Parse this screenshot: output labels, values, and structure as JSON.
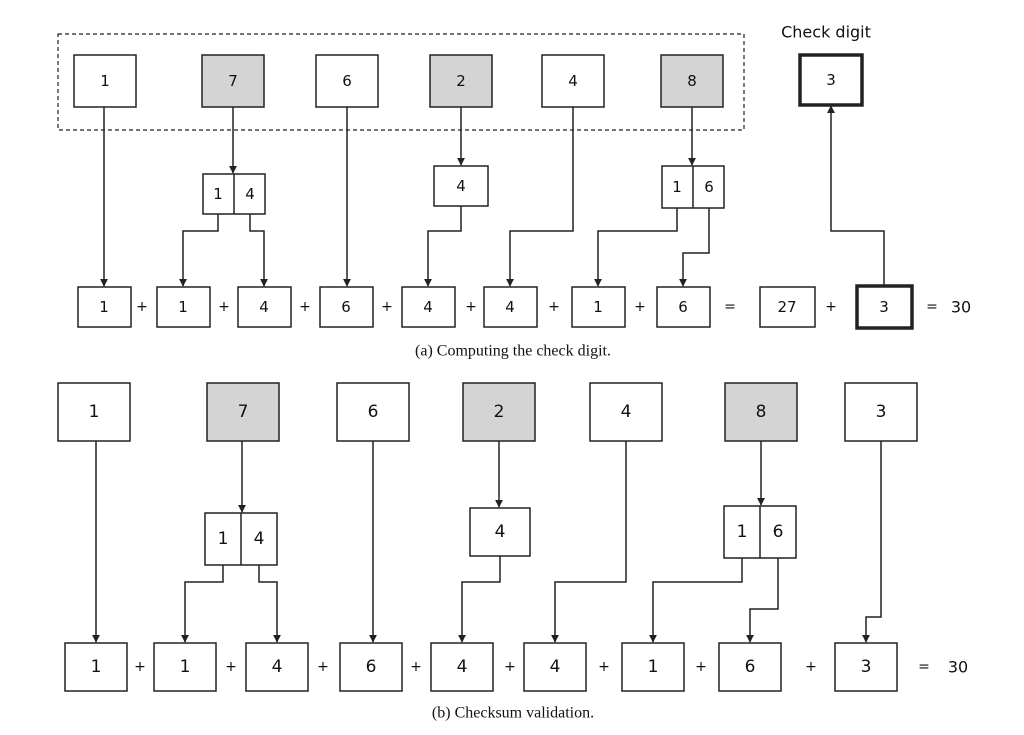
{
  "a": {
    "check_label": "Check digit",
    "input_digits": [
      "1",
      "7",
      "6",
      "2",
      "4",
      "8"
    ],
    "check_digit": "3",
    "split1": [
      "1",
      "4"
    ],
    "single": "4",
    "split2": [
      "1",
      "6"
    ],
    "sum_terms": [
      "1",
      "1",
      "4",
      "6",
      "4",
      "4",
      "1",
      "6"
    ],
    "plus": "+",
    "equals": "=",
    "partial_sum": "27",
    "check_term": "3",
    "total": "30",
    "caption": "(a) Computing the check digit."
  },
  "b": {
    "input_digits": [
      "1",
      "7",
      "6",
      "2",
      "4",
      "8",
      "3"
    ],
    "split1": [
      "1",
      "4"
    ],
    "single": "4",
    "split2": [
      "1",
      "6"
    ],
    "sum_terms": [
      "1",
      "1",
      "4",
      "6",
      "4",
      "4",
      "1",
      "6",
      "3"
    ],
    "plus": "+",
    "equals": "=",
    "total": "30",
    "caption": "(b) Checksum validation."
  }
}
